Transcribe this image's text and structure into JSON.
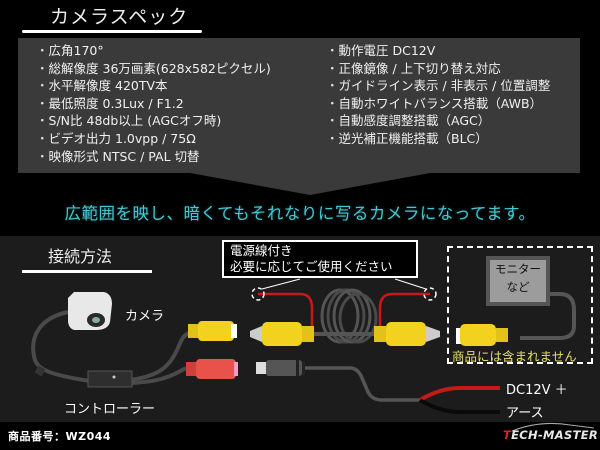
{
  "spec_section": {
    "title": "カメラスペック",
    "left_items": [
      "広角170°",
      "総解像度 36万画素(628x582ピクセル)",
      "水平解像度 420TV本",
      "最低照度 0.3Lux / F1.2",
      "S/N比 48db以上 (AGCオフ時)",
      "ビデオ出力 1.0vpp / 75Ω",
      "映像形式 NTSC / PAL 切替"
    ],
    "right_items": [
      "動作電圧 DC12V",
      "正像鏡像 / 上下切り替え対応",
      "ガイドライン表示 / 非表示 / 位置調整",
      "自動ホワイトバランス搭載（AWB）",
      "自動感度調整搭載（AGC）",
      "逆光補正機能搭載（BLC）"
    ],
    "tagline": "広範囲を映し、暗くてもそれなりに写るカメラになってます。"
  },
  "connection_section": {
    "title": "接続方法",
    "note": {
      "line1": "電源線付き",
      "line2": "必要に応じてご使用ください"
    },
    "labels": {
      "camera": "カメラ",
      "controller": "コントローラー",
      "dc_plus": "DC12V ＋",
      "ground": "アース"
    },
    "monitor": {
      "line1": "モニター",
      "line2": "など"
    },
    "excluded_note": "商品には含まれません"
  },
  "footer": {
    "product_code": "商品番号：WZ044",
    "brand_first": "T",
    "brand_rest": "ECH-MASTER"
  },
  "colors": {
    "tagline": "#46c8d2",
    "spec_panel": "#3a3a3a",
    "excluded_note": "#e6df6a",
    "rca_yellow": "#f2d21e",
    "rca_red": "#e8524a",
    "power_red": "#c81818"
  }
}
